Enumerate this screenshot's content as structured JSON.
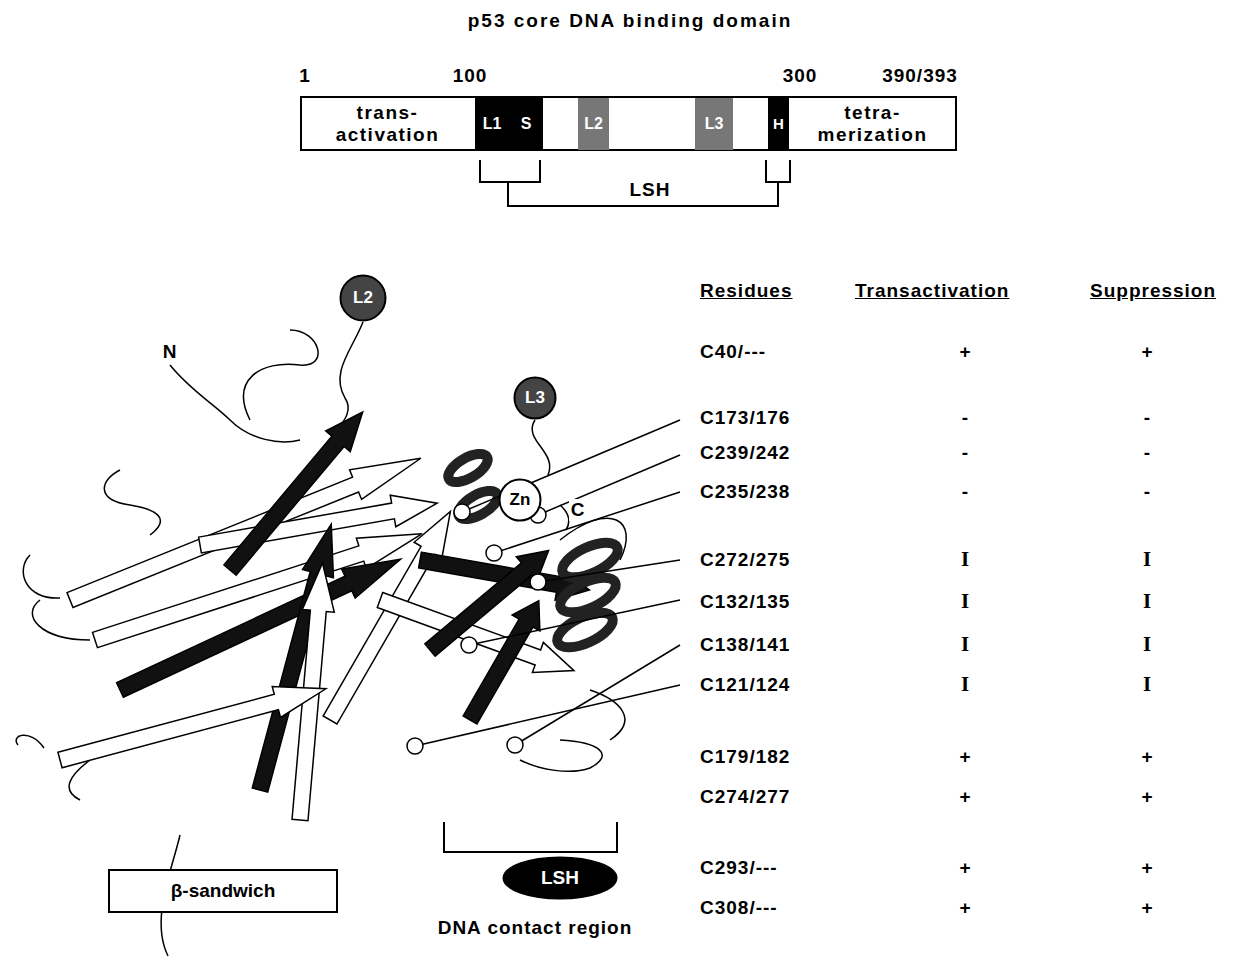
{
  "diagram": {
    "title": "p53 core DNA binding domain",
    "nodes": [
      {
        "text": [
          "trans- activation"
        ]
      },
      {
        "text": [
          "L1"
        ]
      },
      {
        "text": [
          "S"
        ]
      },
      {
        "text": [
          "L2"
        ]
      },
      {
        "text": [
          "L3"
        ]
      },
      {
        "text": [
          "H"
        ]
      },
      {
        "text": [
          "tetra- merization"
        ]
      },
      {
        "text": [
          "L2"
        ]
      },
      {
        "text": [
          "L3"
        ]
      },
      {
        "text": [
          "Zn"
        ]
      },
      {
        "text": [
          "LSH"
        ]
      },
      {
        "text": [
          "β-sandwich"
        ]
      }
    ],
    "labels": [
      "1",
      "100",
      "300",
      "390/393",
      "LSH",
      "N",
      "C",
      "DNA contact region",
      "Residues",
      "Transactivation",
      "Suppression",
      "C40/---",
      "+",
      "+",
      "C173/176",
      "-",
      "-",
      "C239/242",
      "-",
      "-",
      "C235/238",
      "-",
      "-",
      "C272/275",
      "I",
      "I",
      "C132/135",
      "I",
      "I",
      "C138/141",
      "I",
      "I",
      "C121/124",
      "I",
      "I",
      "C179/182",
      "+",
      "+",
      "C274/277",
      "+",
      "+",
      "C293/---",
      "+",
      "+",
      "C308/---",
      "+",
      "+"
    ]
  }
}
